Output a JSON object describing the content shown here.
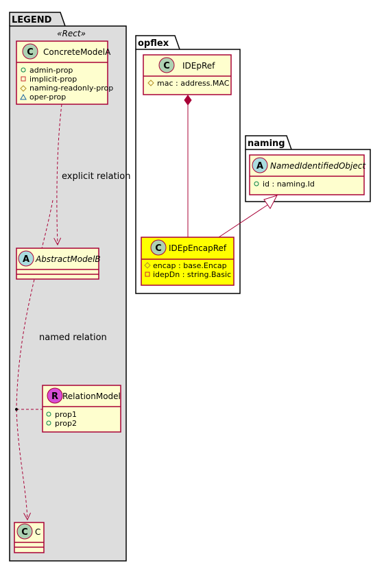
{
  "packages": {
    "legend": {
      "title": "LEGEND",
      "stereotype": "«Rect»"
    },
    "opflex": {
      "title": "opflex"
    },
    "naming": {
      "title": "naming"
    }
  },
  "classes": {
    "concrete_model_a": {
      "kind": "C",
      "name": "ConcreteModelA",
      "attributes": [
        {
          "visibility": "public",
          "text": "admin-prop"
        },
        {
          "visibility": "private",
          "text": "implicit-prop"
        },
        {
          "visibility": "protected",
          "text": "naming-readonly-prop"
        },
        {
          "visibility": "package",
          "text": "oper-prop"
        }
      ]
    },
    "abstract_model_b": {
      "kind": "A",
      "name": "AbstractModelB",
      "attributes": []
    },
    "relation_model": {
      "kind": "R",
      "name": "RelationModel",
      "attributes": [
        {
          "visibility": "public",
          "text": "prop1"
        },
        {
          "visibility": "public",
          "text": "prop2"
        }
      ]
    },
    "c": {
      "kind": "C",
      "name": "C",
      "attributes": []
    },
    "idepref": {
      "kind": "C",
      "name": "IDEpRef",
      "attributes": [
        {
          "visibility": "protected",
          "text": "mac : address.MAC"
        }
      ]
    },
    "idepencapref": {
      "kind": "C",
      "name": "IDEpEncapRef",
      "attributes": [
        {
          "visibility": "protected",
          "text": "encap : base.Encap"
        },
        {
          "visibility": "private",
          "text": "idepDn : string.Basic"
        }
      ]
    },
    "named_identified_object": {
      "kind": "A",
      "name": "NamedIdentifiedObject",
      "attributes": [
        {
          "visibility": "public",
          "text": "id : naming.Id"
        }
      ]
    }
  },
  "relations": {
    "explicit": {
      "label": "explicit relation"
    },
    "named": {
      "label": "named relation"
    }
  },
  "colors": {
    "class_fill": "#fefece",
    "class_border": "#a80036",
    "highlight_fill": "#ffff00",
    "legend_fill": "#dddddd",
    "circle_c": "#add1b2",
    "circle_a": "#a9dcdf",
    "circle_r": "#d54ed5",
    "line": "#a80036"
  }
}
